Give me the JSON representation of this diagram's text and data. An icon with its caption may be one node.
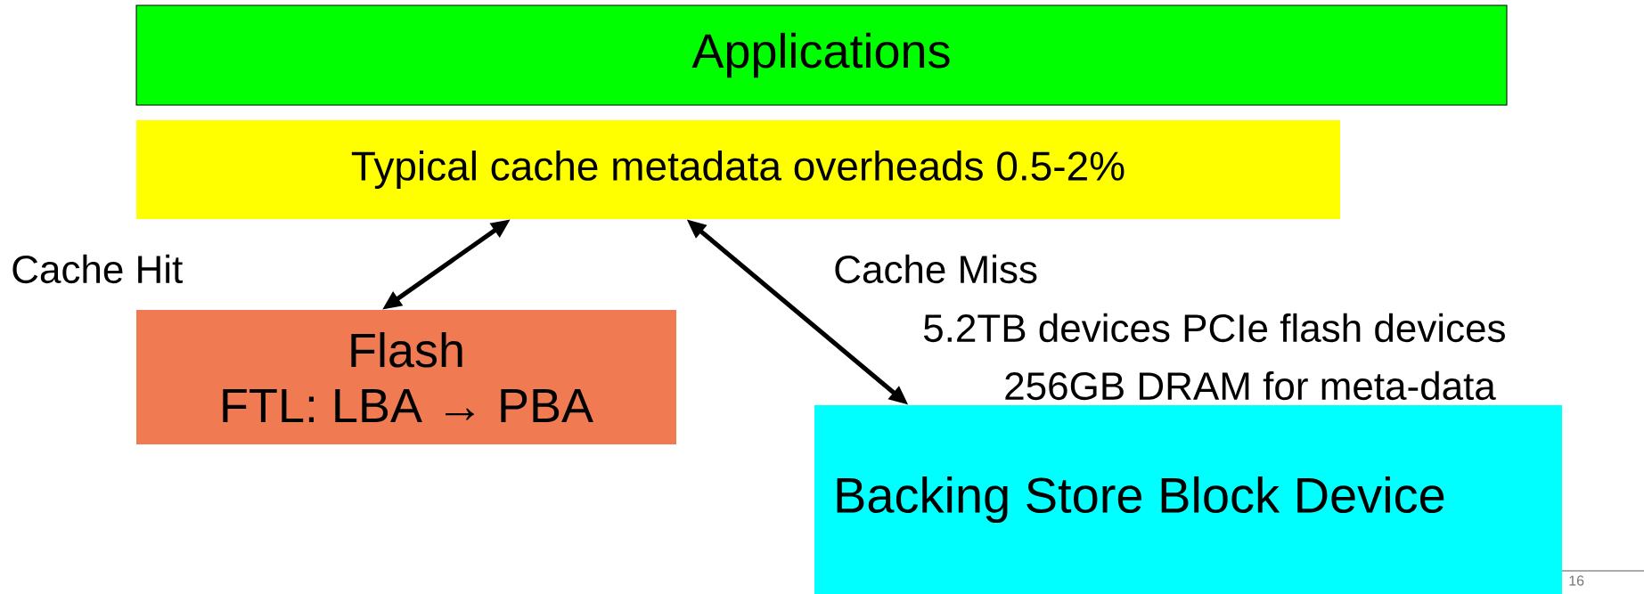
{
  "diagram": {
    "nodes": [
      {
        "text": [
          "Applications"
        ]
      },
      {
        "text": [
          "Typical cache metadata overheads 0.5-2%"
        ]
      },
      {
        "text": [
          "Flash",
          "FTL: LBA → PBA"
        ]
      },
      {
        "text": [
          "Backing Store Block Device"
        ]
      }
    ],
    "edges": [
      {
        "from": 1,
        "to": 2,
        "arrow": "both"
      },
      {
        "from": 1,
        "to": 3,
        "arrow": "both"
      }
    ],
    "labels": [
      "Cache Hit",
      "Cache Miss",
      "5.2TB devices PCIe flash devices",
      "256GB DRAM for meta-data",
      "16"
    ]
  }
}
